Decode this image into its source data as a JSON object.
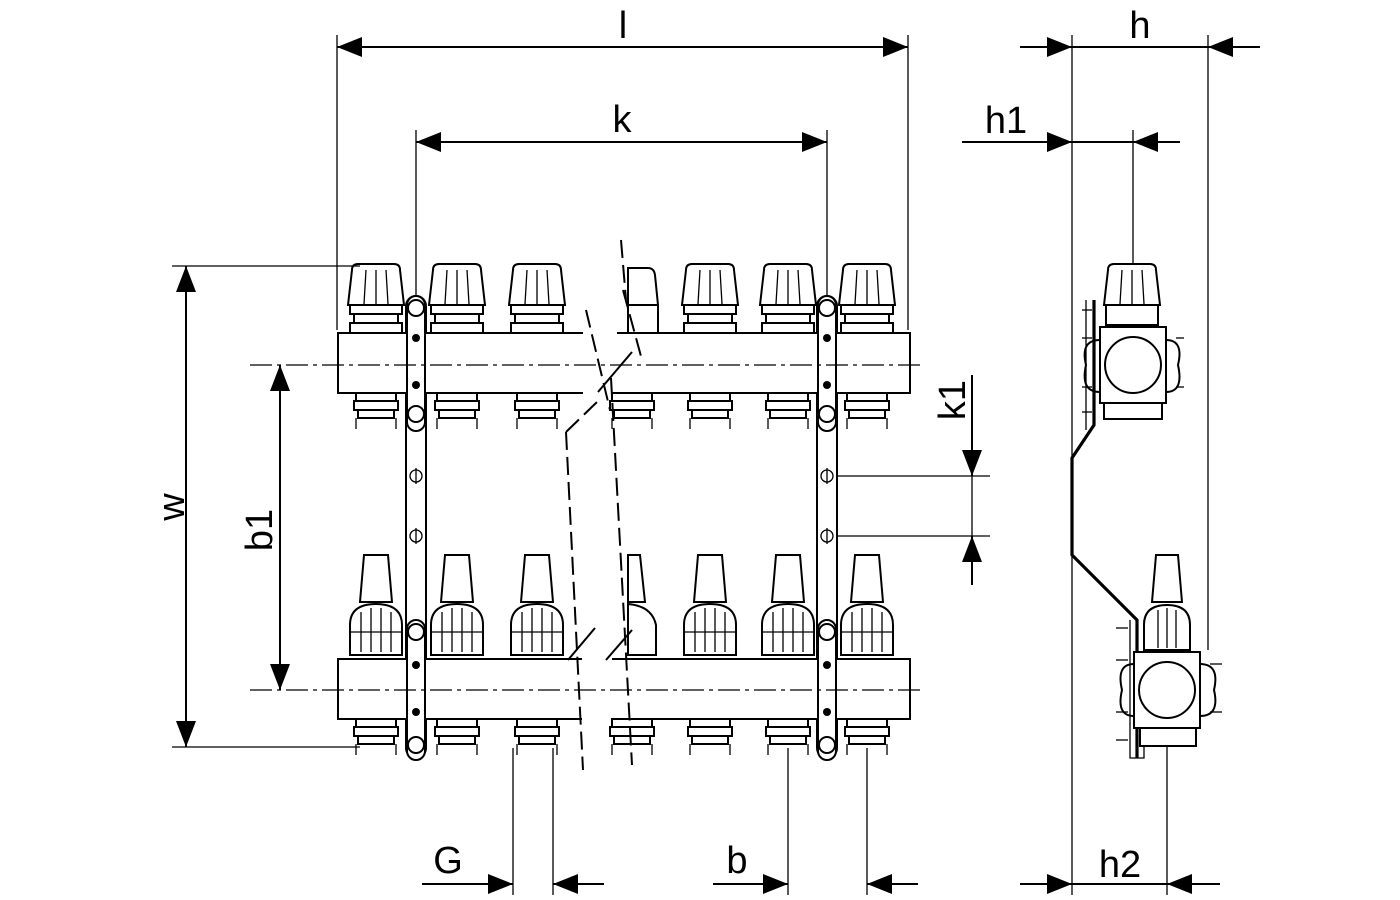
{
  "dimensions": {
    "l": "l",
    "k": "k",
    "h": "h",
    "h1": "h1",
    "h2": "h2",
    "k1": "k1",
    "w": "w",
    "b1": "b1",
    "G": "G",
    "b": "b"
  },
  "front_view": {
    "upper_valve_count": 7,
    "lower_valve_count": 7,
    "break_marks": true
  },
  "side_view": {
    "pipe_count": 2
  }
}
